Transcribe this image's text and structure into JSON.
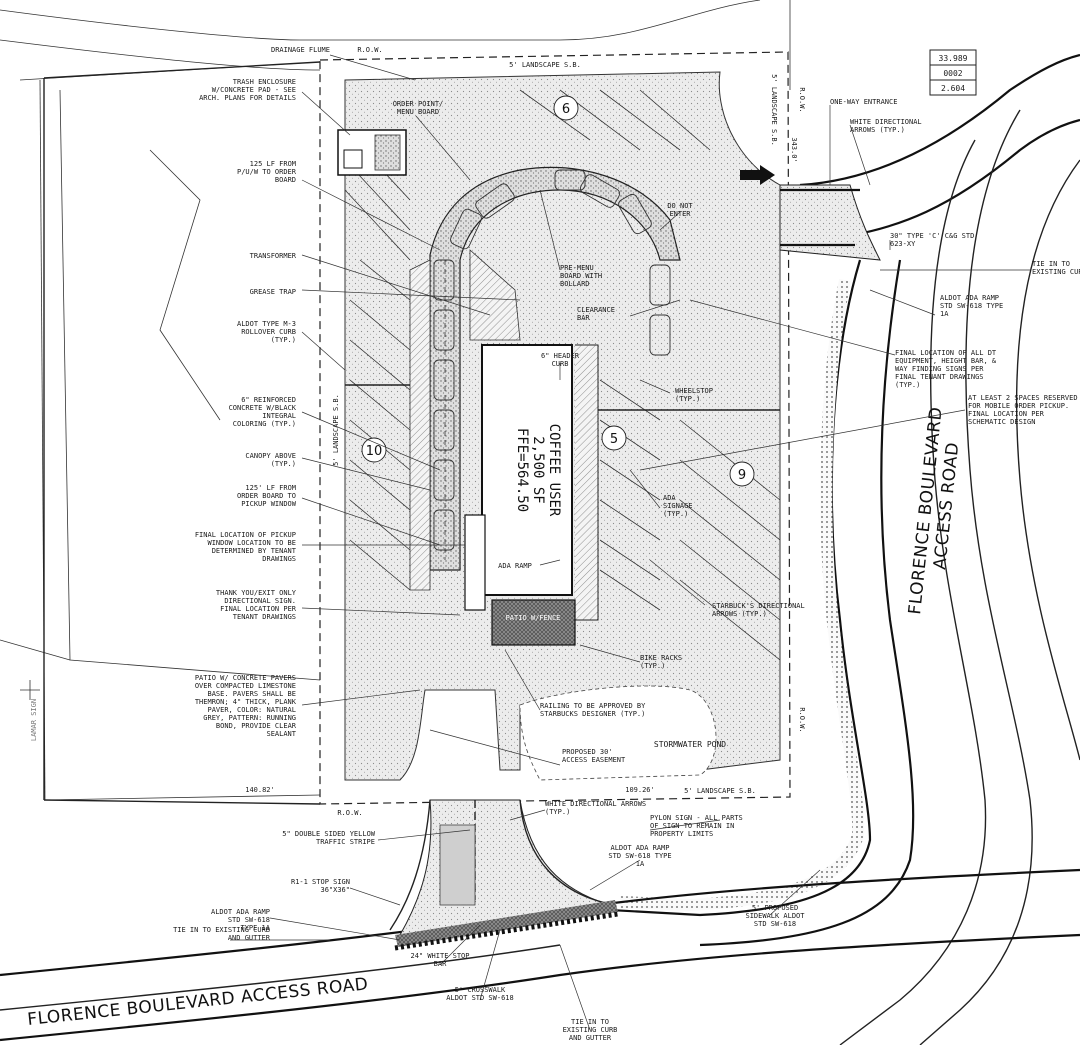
{
  "table": [
    "33.989",
    "0002",
    "2.604"
  ],
  "roads": {
    "florence_access_bottom": "FLORENCE BOULEVARD ACCESS ROAD",
    "florence_blvd": "FLORENCE BOULEVARD",
    "access_road": "ACCESS ROAD"
  },
  "building": {
    "line1": "COFFEE USER",
    "line2": "2,500 SF",
    "line3": "FFE=564.50"
  },
  "parking_counts": [
    "6",
    "10",
    "5",
    "9"
  ],
  "patio_label": "PATIO W/FENCE",
  "stormwater": "STORMWATER POND",
  "small_labels": {
    "landscape_top": "5' LANDSCAPE S.B.",
    "landscape_bottom": "5' LANDSCAPE S.B.",
    "landscape_left": "5' LANDSCAPE S.B.",
    "landscape_right_top": "5' LANDSCAPE S.B.",
    "row_top": "R.O.W.",
    "row_right1": "R.O.W.",
    "row_right2": "R.O.W.",
    "row_bottom": "R.O.W.",
    "dim_bottom_left": "140.82'",
    "dim_bottom_mid": "109.26'",
    "dim_right": "343.0'",
    "lamar_sign": "LAMAR SIGN"
  },
  "callouts": [
    "DRAINAGE FLUME",
    "TRASH ENCLOSURE W/CONCRETE PAD - SEE ARCH. PLANS FOR DETAILS",
    "ORDER POINT/ MENU BOARD",
    "125 LF FROM P/U/W TO ORDER BOARD",
    "TRANSFORMER",
    "GREASE TRAP",
    "ALDOT TYPE M-3 ROLLOVER CURB (TYP.)",
    "6\" REINFORCED CONCRETE W/BLACK INTEGRAL COLORING (TYP.)",
    "CANOPY ABOVE (TYP.)",
    "125' LF FROM ORDER BOARD TO PICKUP WINDOW",
    "FINAL LOCATION OF PICKUP WINDOW LOCATION TO BE DETERMINED BY TENANT DRAWINGS",
    "THANK YOU/EXIT ONLY DIRECTIONAL SIGN. FINAL LOCATION PER TENANT DRAWINGS",
    "PATIO W/ CONCRETE PAVERS OVER COMPACTED LIMESTONE BASE. PAVERS SHALL BE THEMRON; 4\" THICK, PLANK PAVER, COLOR: NATURAL GREY, PATTERN: RUNNING BOND, PROVIDE CLEAR SEALANT",
    "PRE-MENU BOARD WITH BOLLARD",
    "CLEARANCE BAR",
    "6\" HEADER CURB",
    "DO NOT ENTER",
    "WHEELSTOP (TYP.)",
    "ADA SIGNAGE (TYP.)",
    "ADA RAMP",
    "STARBUCK'S DIRECTIONAL ARROWS (TYP.)",
    "BIKE RACKS (TYP.)",
    "RAILING TO BE APPROVED BY STARBUCKS DESIGNER (TYP.)",
    "PROPOSED 30' ACCESS EASEMENT",
    "ONE-WAY ENTRANCE",
    "WHITE DIRECTIONAL ARROWS (TYP.)",
    "30\" TYPE 'C' C&G STD 623-XY",
    "TIE IN TO EXISTING CURB",
    "ALDOT ADA RAMP STD SW-618 TYPE 1A",
    "FINAL LOCATION OF ALL DT EQUIPMENT, HEIGHT BAR, & WAY FINDING SIGNS PER FINAL TENANT DRAWINGS (TYP.)",
    "AT LEAST 2 SPACES RESERVED FOR MOBILE ORDER PICKUP. FINAL LOCATION PER SCHEMATIC DESIGN",
    "WHITE DIRECTIONAL ARROWS (TYP.)",
    "5\" DOUBLE SIDED YELLOW TRAFFIC STRIPE",
    "R1-1 STOP SIGN 36\"X36\"",
    "ALDOT ADA RAMP STD SW-618 TYPE 1A",
    "TIE IN TO EXISTING CURB AND GUTTER",
    "24\" WHITE STOP BAR",
    "5' CROSSWALK ALDOT STD SW-618",
    "TIE IN TO EXISTING CURB AND GUTTER",
    "ALDOT ADA RAMP STD SW-618 TYPE 1A",
    "PYLON SIGN - ALL PARTS OF SIGN TO REMAIN IN PROPERTY LIMITS",
    "5' PROPOSED SIDEWALK ALDOT STD SW-618"
  ]
}
